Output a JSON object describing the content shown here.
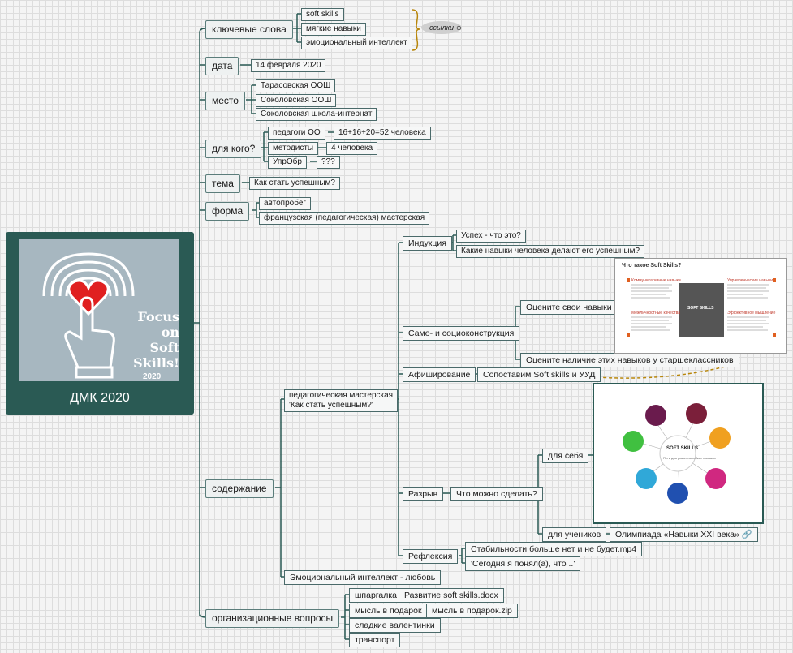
{
  "root": {
    "label": "ДМК 2020",
    "image": {
      "title_line1": "Focus on",
      "title_line2": "Soft Skills!",
      "year": "2020"
    }
  },
  "keywords": {
    "label": "ключевые слова",
    "items": [
      "soft skills",
      "мягкие навыки",
      "эмоциональный интеллект"
    ],
    "callout": "ссылки"
  },
  "date": {
    "label": "дата",
    "value": "14 февраля 2020"
  },
  "place": {
    "label": "место",
    "items": [
      "Тарасовская ООШ",
      "Соколовская ООШ",
      "Соколовская школа-интернат"
    ]
  },
  "audience": {
    "label": "для кого?",
    "items": [
      {
        "name": "педагоги ОО",
        "count": "16+16+20=52 человека"
      },
      {
        "name": "методисты",
        "count": "4 человека"
      },
      {
        "name": "УпрОбр",
        "count": "???"
      }
    ]
  },
  "topic": {
    "label": "тема",
    "value": "Как стать успешным?"
  },
  "form": {
    "label": "форма",
    "items": [
      "автопробег",
      "французская (педагогическая) мастерская"
    ]
  },
  "content": {
    "label": "содержание",
    "workshop": "педагогическая мастерская\n'Как стать успешным?'",
    "induction": {
      "label": "Индукция",
      "items": [
        "Успех - что это?",
        "Какие навыки человека делают его успешным?"
      ]
    },
    "selfconstruction": {
      "label": "Само- и социоконструкция",
      "items": [
        "Оцените свои навыки",
        "Оцените наличие этих навыков у старшеклассников"
      ],
      "image": {
        "title": "Что такое Soft Skills?",
        "center": "SOFT SKILLS",
        "q1": "Коммуникативные навыки",
        "q2": "Управленческие навыки",
        "q3": "Межличностные качества",
        "q4": "Эффективное мышление"
      }
    },
    "poster": {
      "label": "Афиширование",
      "item": "Сопоставим Soft skills и УУД"
    },
    "gap": {
      "label": "Разрыв",
      "question": "Что можно сделать?",
      "self": "для себя",
      "students": "для учеников",
      "olympiad": "Олимпиада «Навыки XXI века»",
      "wheel_title": "SOFT SKILLS",
      "wheel_sub": "Пути для развития гибких навыков"
    },
    "reflection": {
      "label": "Рефлексия",
      "items": [
        "Стабильности больше нет и не будет.mp4",
        "'Сегодня я понял(а), что ..'"
      ]
    },
    "ei": "Эмоциональный интеллект - любовь"
  },
  "org": {
    "label": "организационные вопросы",
    "cheat": "шпаргалка",
    "cheat_file": "Развитие soft skills.docx",
    "gift": "мысль в подарок",
    "gift_file": "мысль в подарок.zip",
    "items": [
      "сладкие валентинки",
      "транспорт"
    ]
  },
  "colors": {
    "line": "#2a5a54",
    "heart": "#e02020",
    "root_bg": "#2a5a54",
    "dashed_arrow": "#b8860b"
  }
}
